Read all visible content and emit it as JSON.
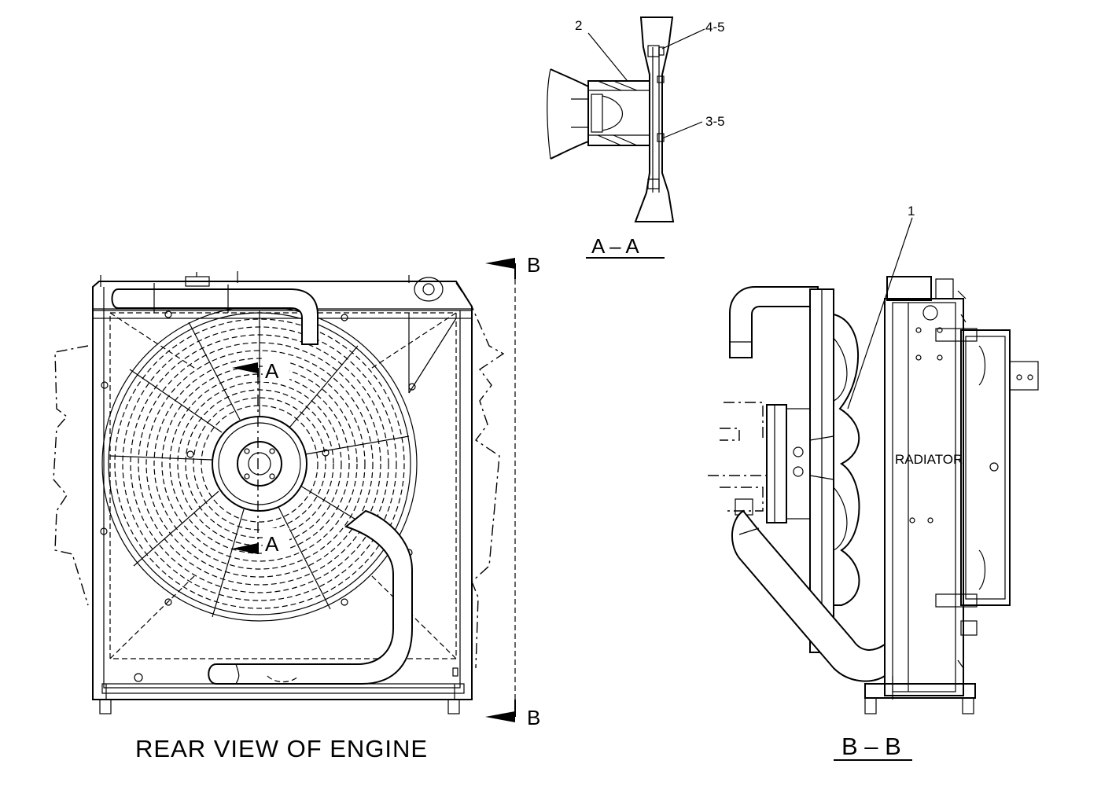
{
  "labels": {
    "callout_2": "2",
    "callout_45": "4-5",
    "callout_35": "3-5",
    "callout_1": "1",
    "section_aa_title": "A – A",
    "section_bb_title": "B – B",
    "marker_a_top": "A",
    "marker_a_bottom": "A",
    "marker_b_top": "B",
    "marker_b_bottom": "B",
    "radiator": "RADIATOR",
    "rear_view": "REAR  VIEW  OF  ENGINE"
  },
  "icons": {
    "section_arrow": "filled-triangle-arrow"
  }
}
